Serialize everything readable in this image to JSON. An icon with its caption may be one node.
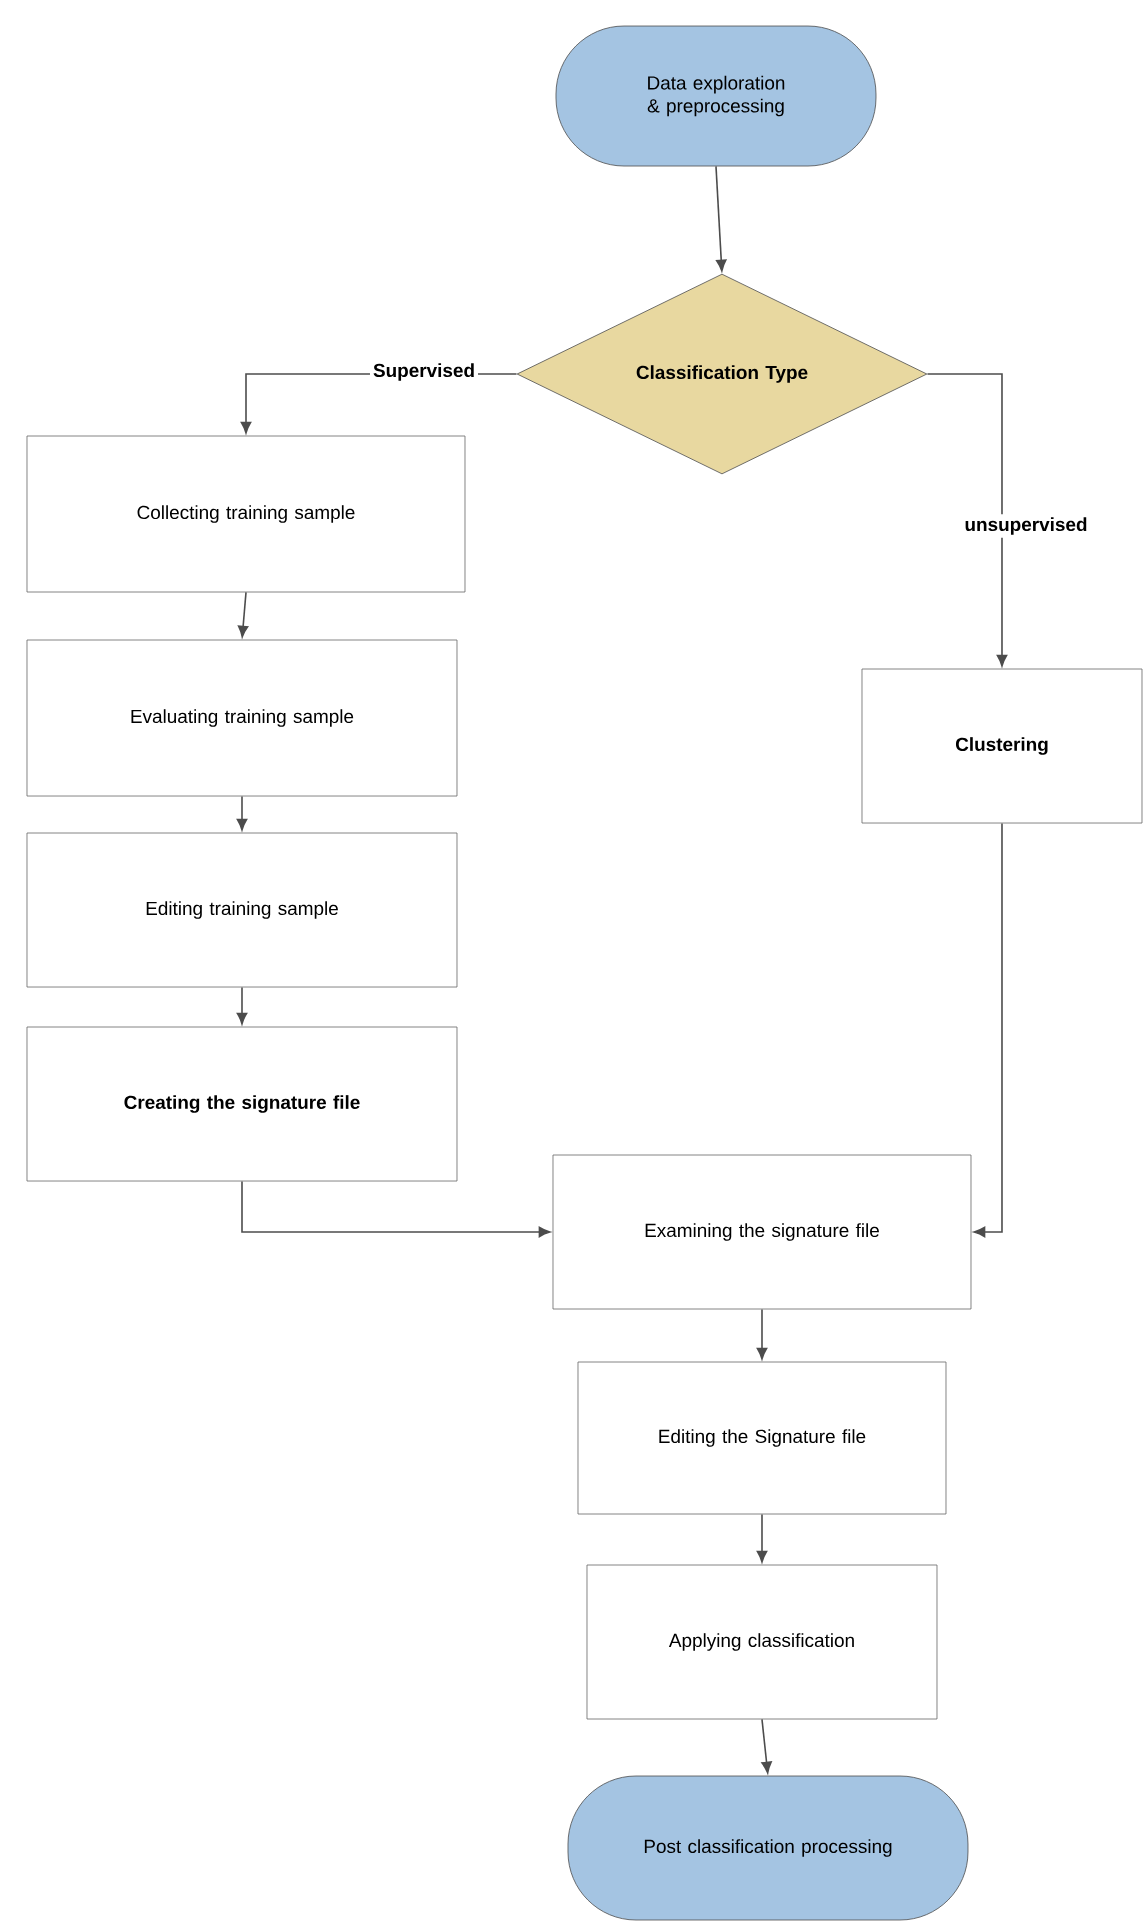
{
  "diagram": {
    "nodes": [
      {
        "text": [
          "Data exploration & preprocessing"
        ]
      },
      {
        "text": [
          "Classification Type"
        ]
      },
      {
        "text": [
          "Collecting training sample"
        ]
      },
      {
        "text": [
          "Evaluating training sample"
        ]
      },
      {
        "text": [
          "Editing training sample"
        ]
      },
      {
        "text": [
          "Creating the signature file"
        ]
      },
      {
        "text": [
          "Clustering"
        ]
      },
      {
        "text": [
          "Examining the signature file"
        ]
      },
      {
        "text": [
          "Editing the Signature file"
        ]
      },
      {
        "text": [
          "Applying  classification"
        ]
      },
      {
        "text": [
          "Post classification processing"
        ]
      }
    ],
    "edges": [
      {
        "from": 0,
        "to": 1,
        "arrow": "to"
      },
      {
        "from": 1,
        "to": 2,
        "arrow": "to",
        "label": "Supervised"
      },
      {
        "from": 1,
        "to": 6,
        "arrow": "to",
        "label": "unsupervised"
      },
      {
        "from": 2,
        "to": 3,
        "arrow": "to"
      },
      {
        "from": 3,
        "to": 4,
        "arrow": "to"
      },
      {
        "from": 4,
        "to": 5,
        "arrow": "to"
      },
      {
        "from": 5,
        "to": 7,
        "arrow": "to"
      },
      {
        "from": 6,
        "to": 7,
        "arrow": "to"
      },
      {
        "from": 7,
        "to": 8,
        "arrow": "to"
      },
      {
        "from": 8,
        "to": 9,
        "arrow": "to"
      },
      {
        "from": 9,
        "to": 10,
        "arrow": "to"
      }
    ]
  }
}
